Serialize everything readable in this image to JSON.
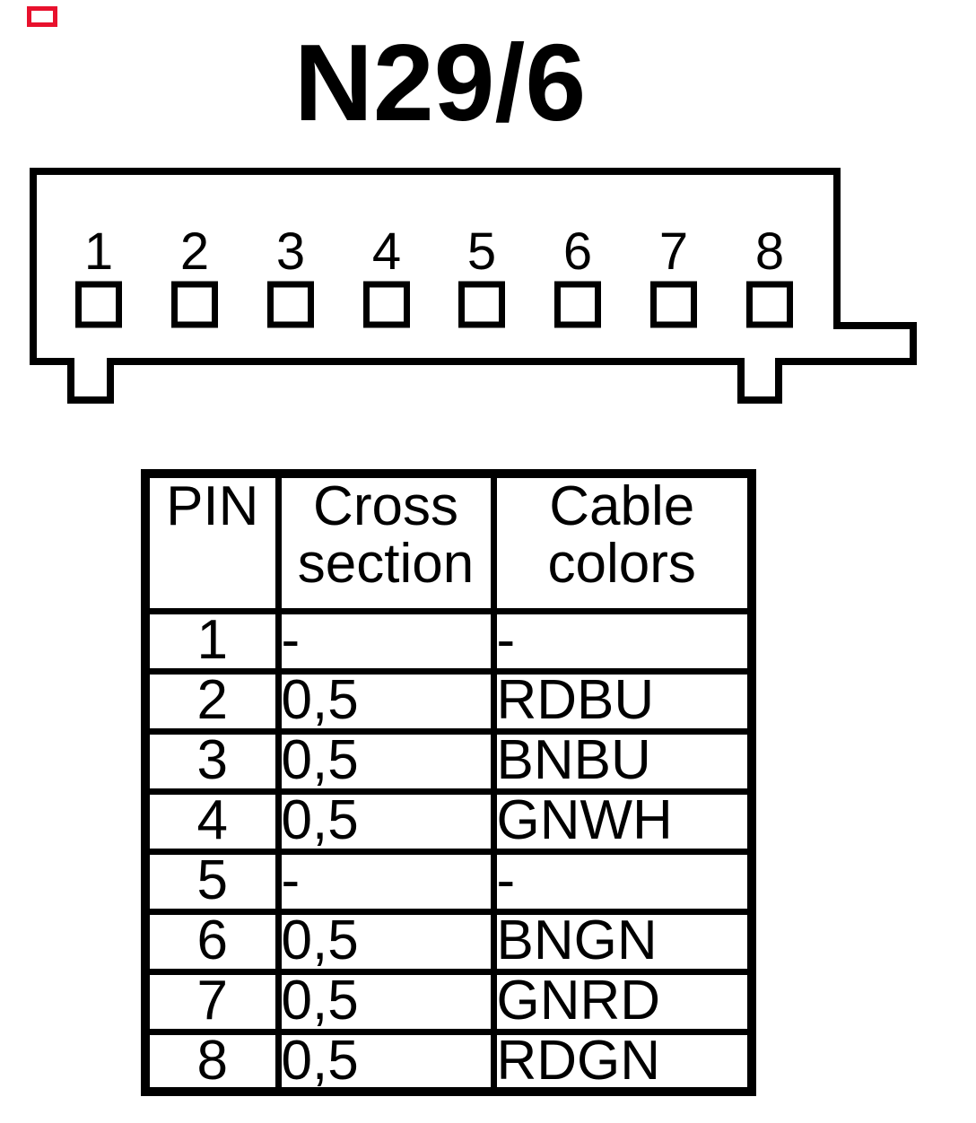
{
  "annotation": {
    "marker_color": "#e8112d"
  },
  "title": "N29/6",
  "connector": {
    "pins": [
      "1",
      "2",
      "3",
      "4",
      "5",
      "6",
      "7",
      "8"
    ]
  },
  "table": {
    "header": [
      [
        "PIN"
      ],
      [
        "Cross",
        "section"
      ],
      [
        "Cable",
        "colors"
      ]
    ],
    "rows": [
      [
        "1",
        "-",
        "-"
      ],
      [
        "2",
        "0,5",
        "RDBU"
      ],
      [
        "3",
        "0,5",
        "BNBU"
      ],
      [
        "4",
        "0,5",
        "GNWH"
      ],
      [
        "5",
        "-",
        "-"
      ],
      [
        "6",
        "0,5",
        "BNGN"
      ],
      [
        "7",
        "0,5",
        "GNRD"
      ],
      [
        "8",
        "0,5",
        "RDGN"
      ]
    ]
  },
  "colors": {
    "foreground": "#000000",
    "background": "#ffffff"
  }
}
